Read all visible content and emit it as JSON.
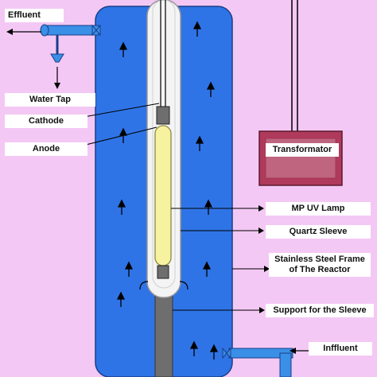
{
  "labels": {
    "effluent": "Effluent",
    "water_tap": "Water Tap",
    "cathode": "Cathode",
    "anode": "Anode",
    "transformator": "Transformator",
    "mp_uv_lamp": "MP UV Lamp",
    "quartz_sleeve": "Quartz Sleeve",
    "steel_frame_line1": "Stainless Steel Frame",
    "steel_frame_line2": "of The Reactor",
    "support_sleeve": "Support for the Sleeve",
    "influent": "Inffluent"
  },
  "colors": {
    "background": "#f4c8f4",
    "reactor_water": "#2f74e6",
    "pipe": "#3a8fe6",
    "quartz_sleeve": "#f4f4f4",
    "lamp": "#f6f2a0",
    "support_rod": "#6e6e6e",
    "transformator_box": "#b03a5c",
    "flow_arrow": "#000000"
  },
  "icons": [
    "up-flow-arrow",
    "valve-icon",
    "water-tap-icon"
  ]
}
